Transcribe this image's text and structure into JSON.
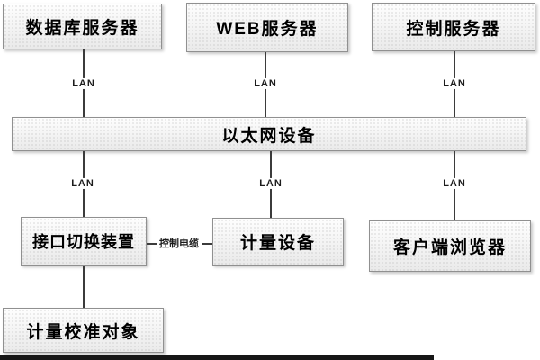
{
  "nodes": {
    "database_server": {
      "label": "数据库服务器"
    },
    "web_server": {
      "label": "WEB服务器"
    },
    "control_server": {
      "label": "控制服务器"
    },
    "ethernet": {
      "label": "以太网设备"
    },
    "interface_switch": {
      "label": "接口切换装置"
    },
    "metering_device": {
      "label": "计量设备"
    },
    "client_browser": {
      "label": "客户端浏览器"
    },
    "calibration_object": {
      "label": "计量校准对象"
    }
  },
  "edges": {
    "lan_label": "LAN",
    "control_cable_label": "控制电缆"
  },
  "colors": {
    "box_border": "#909090",
    "box_fill_top": "#fefefe",
    "box_fill_bottom": "#eaeaea",
    "line": "#3b3b3b",
    "text": "#000000",
    "bottom_bar": "#161616"
  }
}
